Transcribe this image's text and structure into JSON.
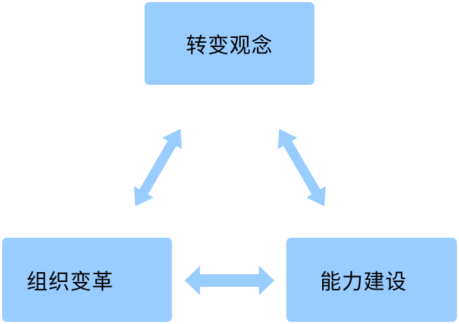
{
  "nodes": {
    "top": "转变观念",
    "left": "组织变革",
    "right": "能力建设"
  },
  "colors": {
    "node_fill": "#99ccff",
    "arrow_fill": "#99ccff",
    "text": "#000000"
  }
}
